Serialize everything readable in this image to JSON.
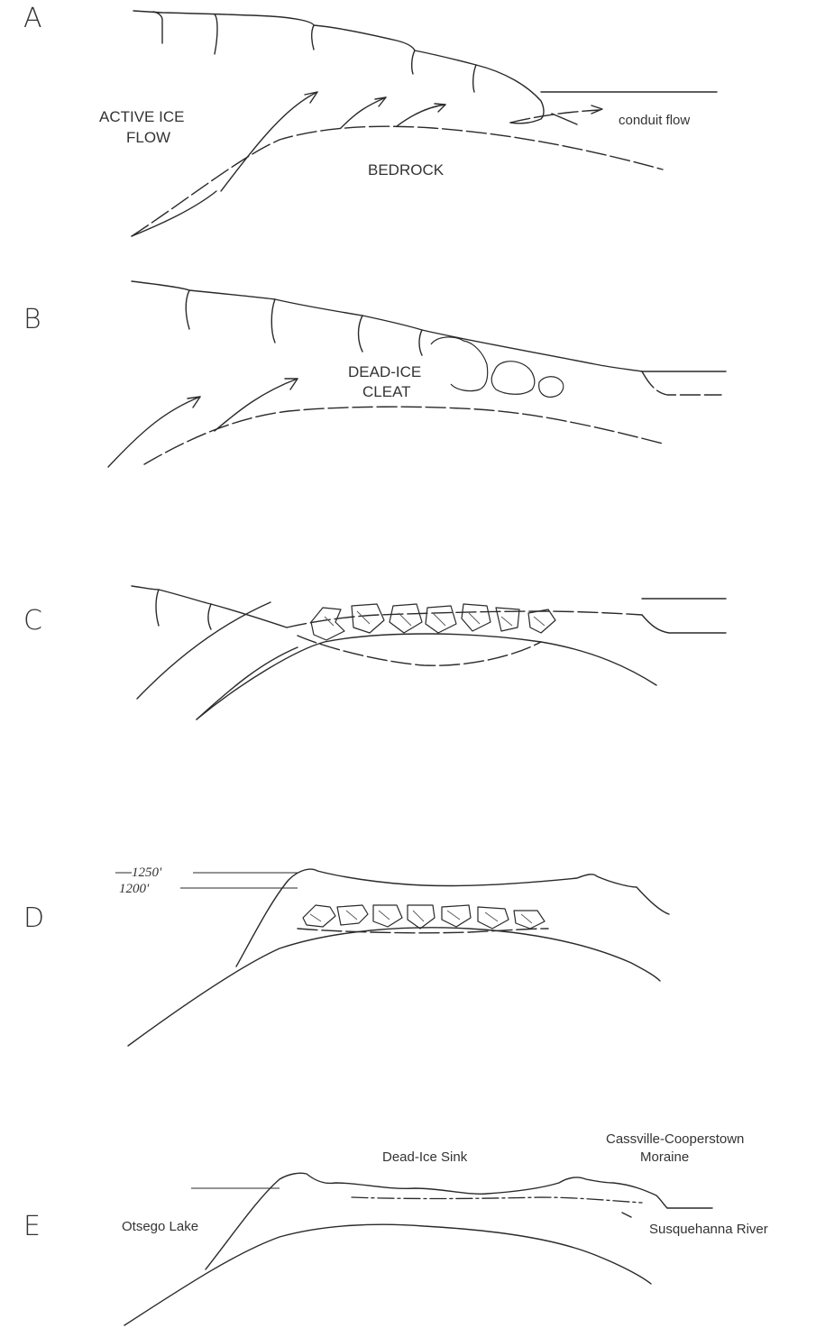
{
  "panels": {
    "a": {
      "letter": "A",
      "active_ice_flow_line1": "ACTIVE ICE",
      "active_ice_flow_line2": "FLOW",
      "bedrock": "BEDROCK",
      "conduit_flow": "conduit flow"
    },
    "b": {
      "letter": "B",
      "dead_ice_cleat_line1": "DEAD-ICE",
      "dead_ice_cleat_line2": "CLEAT"
    },
    "c": {
      "letter": "C"
    },
    "d": {
      "letter": "D",
      "elevation_upper": "1250'",
      "elevation_lower": "1200'"
    },
    "e": {
      "letter": "E",
      "otsego_lake": "Otsego Lake",
      "dead_ice_sink": "Dead-Ice Sink",
      "moraine_line1": "Cassville-Cooperstown",
      "moraine_line2": "Moraine",
      "susquehanna_river": "Susquehanna River"
    }
  },
  "colors": {
    "line": "#2a2a2a",
    "text": "#333333",
    "background": "#ffffff"
  }
}
